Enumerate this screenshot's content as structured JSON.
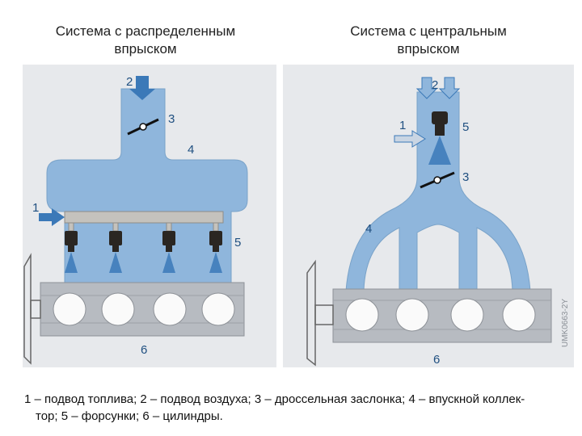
{
  "titles": {
    "left_line1": "Система с распределенным",
    "left_line2": "впрыском",
    "right_line1": "Система с центральным",
    "right_line2": "впрыском"
  },
  "left_labels": {
    "n1": "1",
    "n2": "2",
    "n3": "3",
    "n4": "4",
    "n5": "5",
    "n6": "6"
  },
  "right_labels": {
    "n1": "1",
    "n2": "2",
    "n3": "3",
    "n4": "4",
    "n5": "5",
    "n6": "6"
  },
  "watermark": "UMK0663-2Y",
  "caption": {
    "line1": "1 – подвод топлива;  2 – подвод воздуха; 3 – дроссельная заслонка; 4 – впускной коллек-",
    "line2": "тор; 5 – форсунки; 6 – цилиндры."
  },
  "colors": {
    "panel_bg": "#e7e9ec",
    "air_blue": "#8fb6dc",
    "arrow_blue": "#3b79b8",
    "block_gray": "#b7bbc1",
    "cylinder_white": "#fafafa",
    "rail_gray": "#c4c2bd",
    "injector_dark": "#2a2622"
  },
  "icons": [
    "air-inlet-arrow-icon",
    "fuel-inlet-arrow-icon",
    "throttle-valve-icon",
    "injector-icon",
    "spray-cone-icon",
    "cylinder-icon",
    "flywheel-icon"
  ]
}
